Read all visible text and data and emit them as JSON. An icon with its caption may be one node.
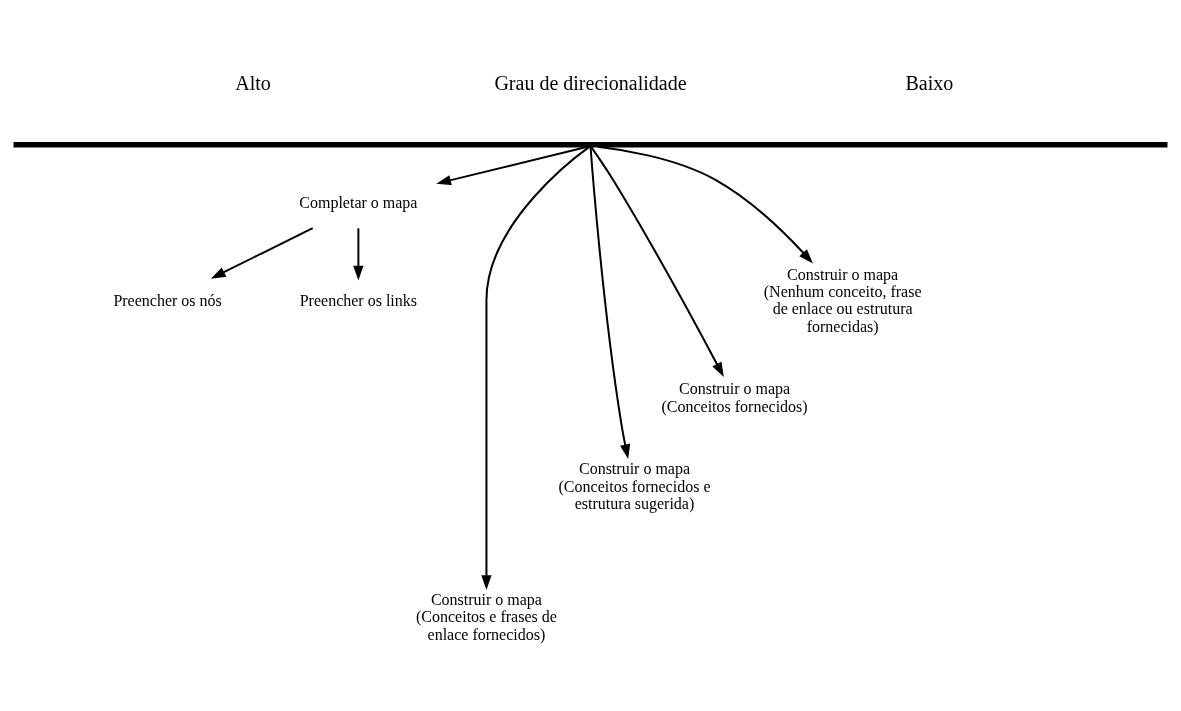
{
  "diagram": {
    "nodes": [
      {
        "text": [],
        "shape": "bar"
      },
      {
        "text": [
          "Completar o mapa"
        ]
      },
      {
        "text": [
          "Preencher os nós"
        ]
      },
      {
        "text": [
          "Preencher os links"
        ]
      },
      {
        "text": [
          "Construir o mapa",
          "(Conceitos e frases de enlace fornecidos)"
        ]
      },
      {
        "text": [
          "Construir o mapa",
          "(Conceitos fornecidos e estrutura sugerida)"
        ]
      },
      {
        "text": [
          "Construir o mapa",
          "(Conceitos fornecidos)"
        ]
      },
      {
        "text": [
          "Construir o mapa",
          "(Nenhum conceito, frase de enlace ou estrutura fornecidas)"
        ]
      }
    ],
    "edges": [
      {
        "from": 0,
        "to": 1,
        "arrow": "to"
      },
      {
        "from": 1,
        "to": 2,
        "arrow": "to"
      },
      {
        "from": 1,
        "to": 3,
        "arrow": "to"
      },
      {
        "from": 0,
        "to": 4,
        "arrow": "to"
      },
      {
        "from": 0,
        "to": 5,
        "arrow": "to"
      },
      {
        "from": 0,
        "to": 6,
        "arrow": "to"
      },
      {
        "from": 0,
        "to": 7,
        "arrow": "to"
      }
    ],
    "labels": [
      "Alto",
      "Grau de direcionalidade",
      "Baixo"
    ]
  }
}
